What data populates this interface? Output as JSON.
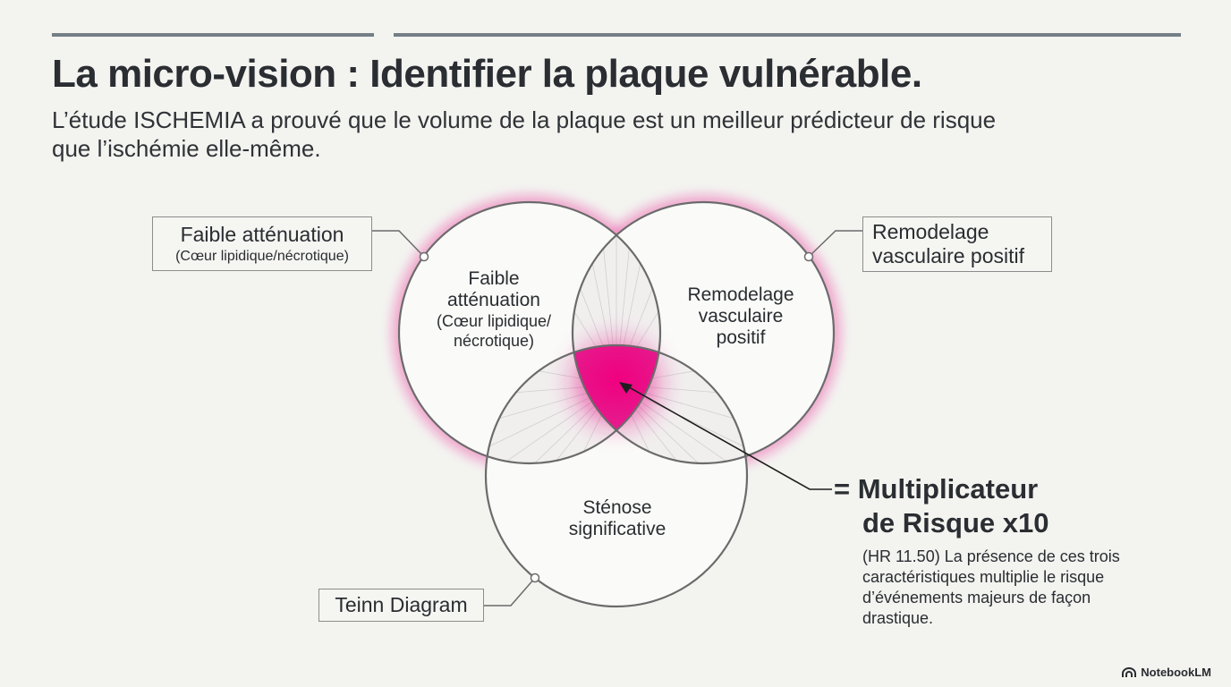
{
  "header": {
    "title": "La micro-vision : Identifier la plaque vulnérable.",
    "subtitle": "L’étude ISCHEMIA a prouvé que le volume de la plaque est un meilleur prédicteur de risque que l’ischémie elle-même."
  },
  "diagram": {
    "circles": [
      {
        "line1": "Faible",
        "line2": "atténuation",
        "line3": "(Cœur lipidique/",
        "line4": "nécrotique)"
      },
      {
        "line1": "Remodelage",
        "line2": "vasculaire",
        "line3": "positif"
      },
      {
        "line1": "Sténose",
        "line2": "significative"
      }
    ],
    "callouts": {
      "top_left": {
        "main": "Faible atténuation",
        "sub": "(Cœur lipidique/nécrotique)"
      },
      "top_right": {
        "line1": "Remodelage",
        "line2": "vasculaire positif"
      },
      "bottom": "Teinn Diagram"
    },
    "result": {
      "line1": "= Multiplicateur",
      "line2": "de Risque x10",
      "description": "(HR 11.50) La présence de ces trois caractéristiques multiplie le risque d’événements majeurs de façon drastique."
    },
    "colors": {
      "highlight": "#e8138a",
      "outline": "#6b6b6b"
    }
  },
  "footer": {
    "brand": "NotebookLM",
    "brand_icon": "notebooklm-logo-icon"
  }
}
